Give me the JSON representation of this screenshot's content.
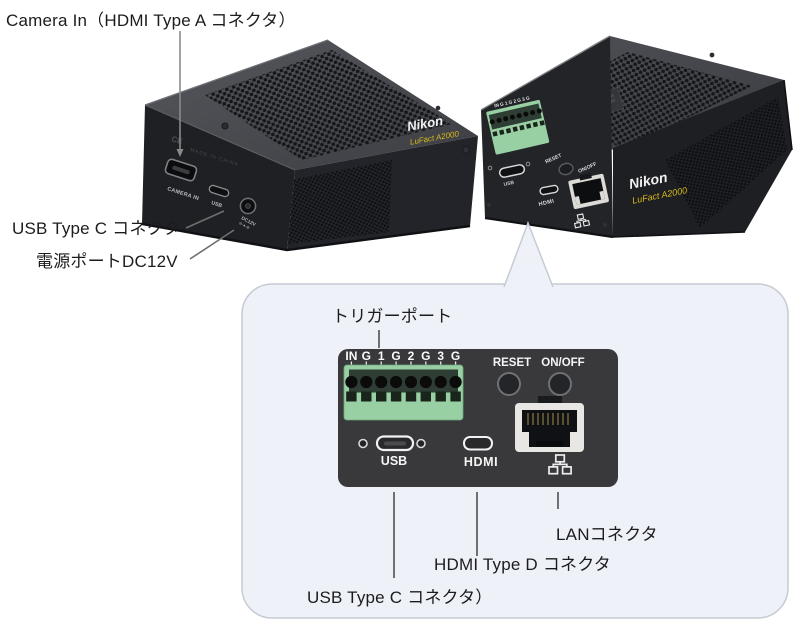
{
  "labels": {
    "camera_in": "Camera In（HDMI Type A コネクタ）",
    "usb_type_c_front": "USB Type C コネクタ",
    "power_port": "電源ポートDC12V",
    "trigger_port": "トリガーポート",
    "lan": "LANコネクタ",
    "hdmi_type_d": "HDMI Type D コネクタ",
    "usb_type_c_rear": "USB Type C コネクタ）"
  },
  "device": {
    "brand": "Nikon",
    "model": "LuFact A2000",
    "made_in": "MADE IN CHINA",
    "ce_mark": "CE",
    "front_ports": {
      "camera_in": "CAMERA IN",
      "usb": "USB",
      "dc": "DC12V",
      "dc_polarity": "⊖-●-⊕"
    }
  },
  "panel": {
    "terminal_labels": [
      "IN",
      "G",
      "1",
      "G",
      "2",
      "G",
      "3",
      "G"
    ],
    "terminal_labels_joined": "IN G 1 G 2 G 3 G",
    "reset_label": "RESET",
    "onoff_label": "ON/OFF",
    "usb_label": "USB",
    "hdmi_label": "HDMI"
  },
  "colors": {
    "bg": "#ffffff",
    "label": "#1c1c1e",
    "bubble-bg": "#eef2f8",
    "bubble-border": "#c6cbd4",
    "panel": "#39393c",
    "green": "#98d0a3",
    "green-dark": "#2f3e34",
    "brand-yellow": "#d9b91a",
    "leader": "#4f4f4f"
  }
}
